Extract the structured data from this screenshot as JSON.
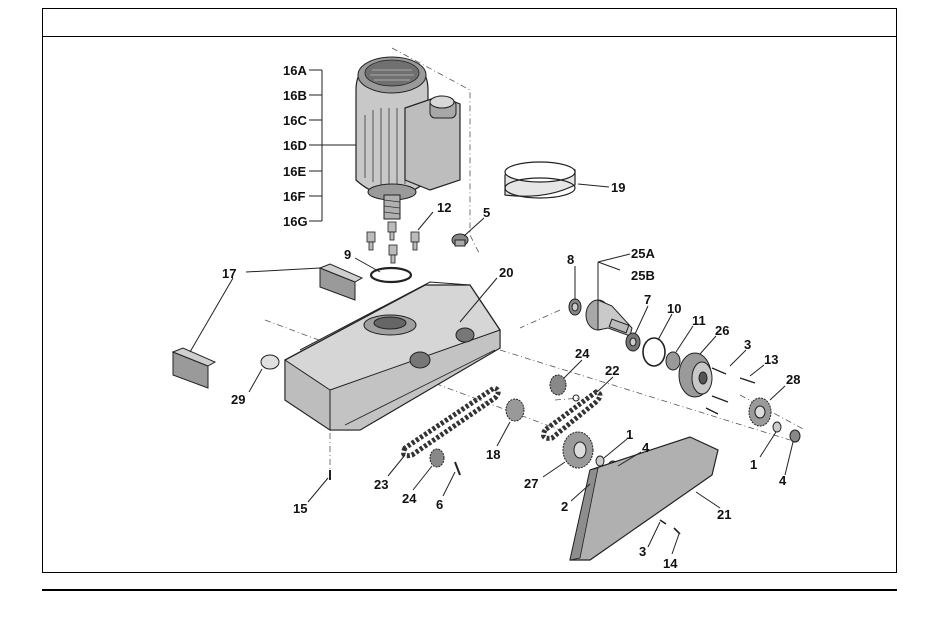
{
  "labels": {
    "p16A": "16A",
    "p16B": "16B",
    "p16C": "16C",
    "p16D": "16D",
    "p16E": "16E",
    "p16F": "16F",
    "p16G": "16G",
    "p12": "12",
    "p5": "5",
    "p9": "9",
    "p17": "17",
    "p20": "20",
    "p19": "19",
    "p8": "8",
    "p25A": "25A",
    "p25B": "25B",
    "p7": "7",
    "p10": "10",
    "p11": "11",
    "p26": "26",
    "p3a": "3",
    "p13": "13",
    "p28": "28",
    "p24a": "24",
    "p22": "22",
    "p29": "29",
    "p1a": "1",
    "p4a": "4",
    "p18": "18",
    "p27": "27",
    "p23": "23",
    "p24b": "24",
    "p6": "6",
    "p2": "2",
    "p15": "15",
    "p21": "21",
    "p1b": "1",
    "p4b": "4",
    "p3b": "3",
    "p14": "14"
  },
  "colors": {
    "part_light": "#d9d9d9",
    "part_mid": "#b5b5b5",
    "part_dark": "#6e6e6e",
    "chain": "#333333"
  }
}
